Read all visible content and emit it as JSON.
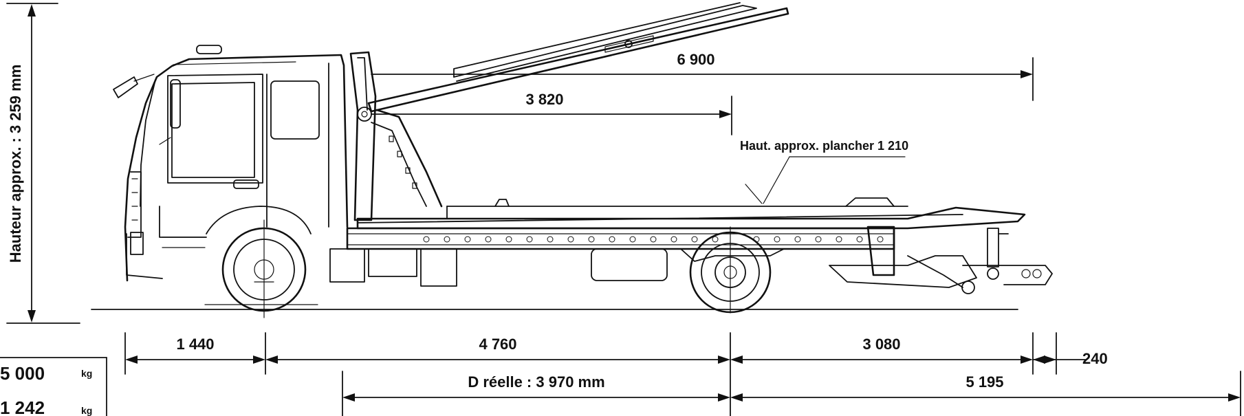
{
  "vertical_dimension": {
    "label": "Hauteur approx. : 3 259 mm"
  },
  "top_dimensions": {
    "platform_length": "6 900",
    "reach": "3 820",
    "floor_height_note": "Haut. approx. plancher 1 210"
  },
  "bottom_dimensions": {
    "front_overhang": "1 440",
    "wheelbase": "4 760",
    "rear_overhang": "3 080",
    "extension": "240",
    "d_reelle": "D réelle : 3 970 mm",
    "rear_length": "5 195"
  },
  "weights": [
    {
      "value": "5 000",
      "unit": "kg"
    },
    {
      "value": "1 242",
      "unit": "kg"
    }
  ]
}
